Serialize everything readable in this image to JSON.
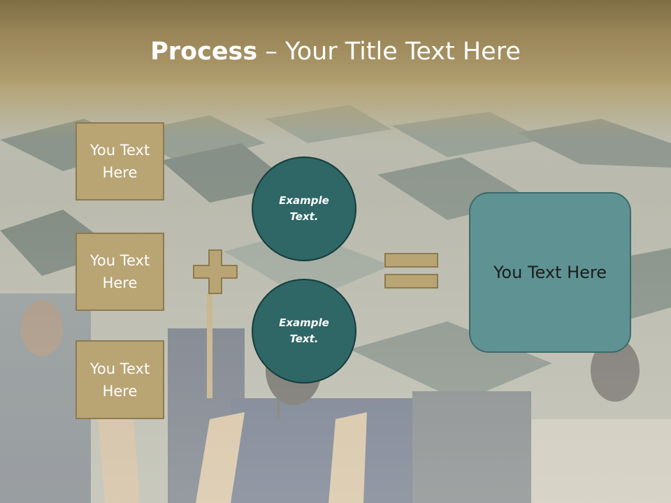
{
  "title": {
    "bold": "Process",
    "rest": " – Your Title Text Here"
  },
  "left_boxes": [
    {
      "label": "You Text Here"
    },
    {
      "label": "You Text Here"
    },
    {
      "label": "You Text Here"
    }
  ],
  "circles": [
    {
      "label": "Example Text."
    },
    {
      "label": "Example Text."
    }
  ],
  "result": {
    "label": "You Text Here"
  },
  "icons": {
    "plus": "plus-icon",
    "equals": "equals-icon"
  },
  "colors": {
    "title_band": "#9a8658",
    "box_fill": "#b9a474",
    "circle_fill": "#2f6666",
    "result_fill": "#5f9393"
  }
}
